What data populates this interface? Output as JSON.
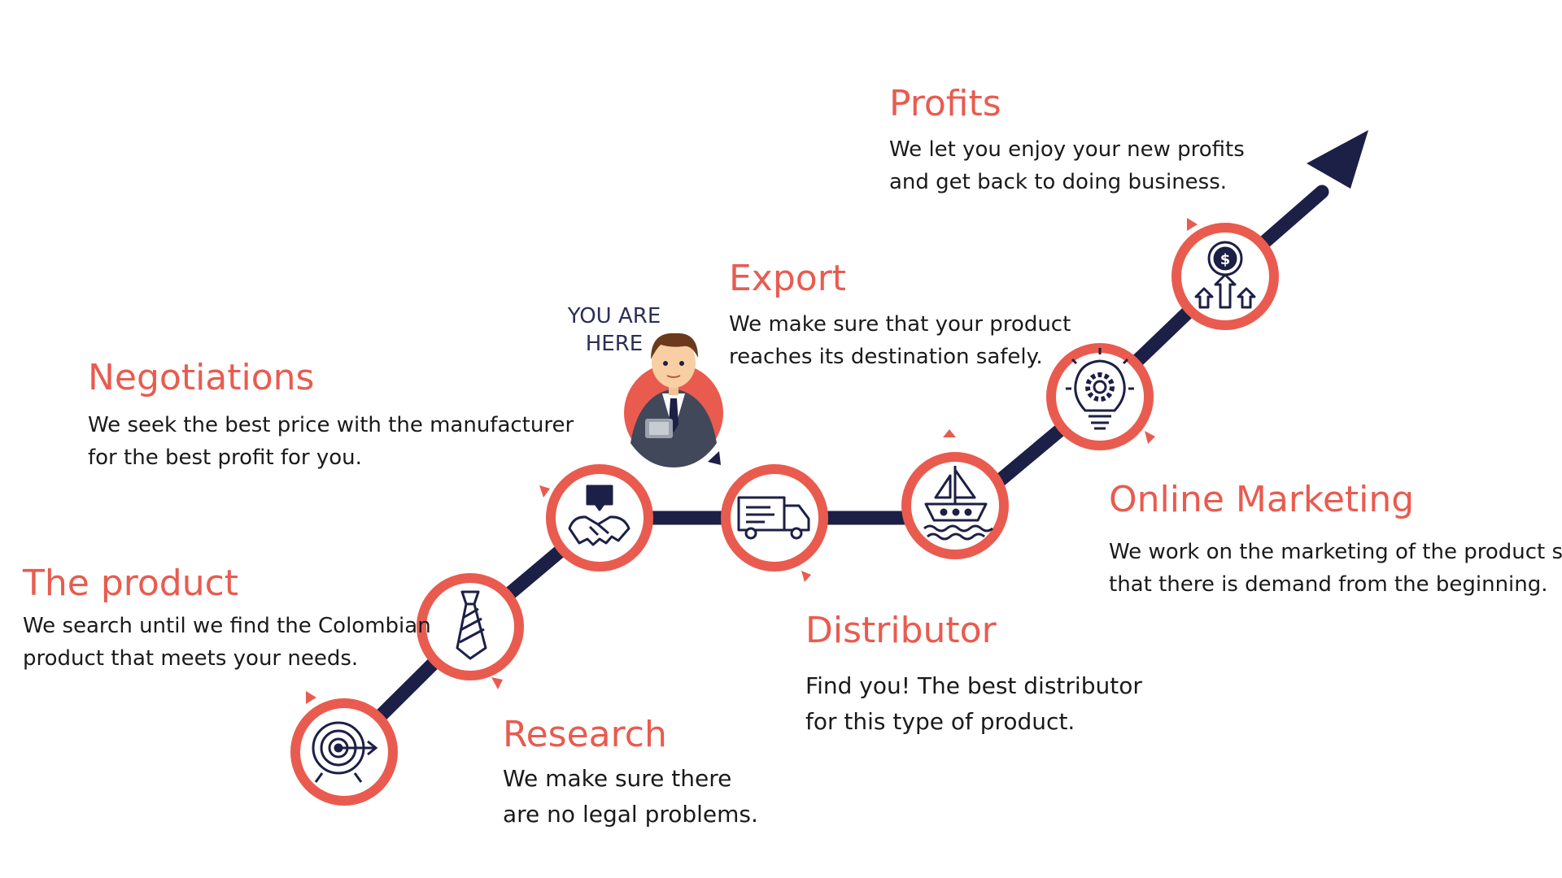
{
  "colors": {
    "accent": "#e95b4f",
    "navy": "#1c1f46",
    "text": "#1a1a1a"
  },
  "you_are_here": {
    "line1": "YOU ARE",
    "line2": "HERE"
  },
  "steps": {
    "profits": {
      "title": "Profits",
      "line1": "We let you enjoy your new profits",
      "line2": "and get back to doing business.",
      "icon": "money-growth-icon"
    },
    "export": {
      "title": "Export",
      "line1": "We make sure that your product",
      "line2": "reaches its destination safely.",
      "icon": "ship-icon"
    },
    "negotiations": {
      "title": "Negotiations",
      "line1": "We seek the best price with the manufacturer",
      "line2": "for the best profit for you.",
      "icon": "handshake-icon"
    },
    "online_marketing": {
      "title": "Online Marketing",
      "line1": "We work on the marketing of the product so",
      "line2": "that there is demand from the beginning.",
      "icon": "lightbulb-gear-icon"
    },
    "the_product": {
      "title": "The product",
      "line1": "We search until we find the Colombian",
      "line2": "product that meets your needs.",
      "icon": "target-icon"
    },
    "distributor": {
      "title": "Distributor",
      "line1": "Find you! The best distributor",
      "line2": "for this type of product.",
      "icon": "truck-icon"
    },
    "research": {
      "title": "Research",
      "line1": "We make sure there",
      "line2": "are no legal problems.",
      "icon": "tie-icon"
    }
  }
}
